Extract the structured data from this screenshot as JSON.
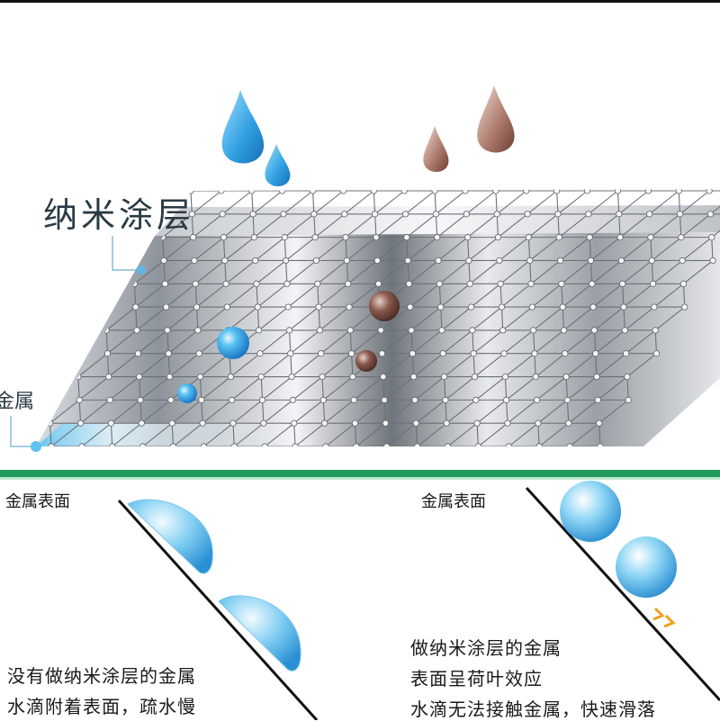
{
  "labels": {
    "nano_coating": "纳米涂层",
    "metal": "金属"
  },
  "left_panel": {
    "surface_label": "金属表面",
    "desc_line1": "没有做纳米涂层的金属",
    "desc_line2": "水滴附着表面，疏水慢"
  },
  "right_panel": {
    "surface_label": "金属表面",
    "desc_line1": "做纳米涂层的金属",
    "desc_line2": "表面呈荷叶效应",
    "desc_line3": "水滴无法接触金属，快速滑落"
  },
  "colors": {
    "water_blue": "#3aa8e8",
    "dirt_brown": "#8a5a4c",
    "divider_green": "#1f9a5a",
    "metal_grey": "#8c9096"
  }
}
